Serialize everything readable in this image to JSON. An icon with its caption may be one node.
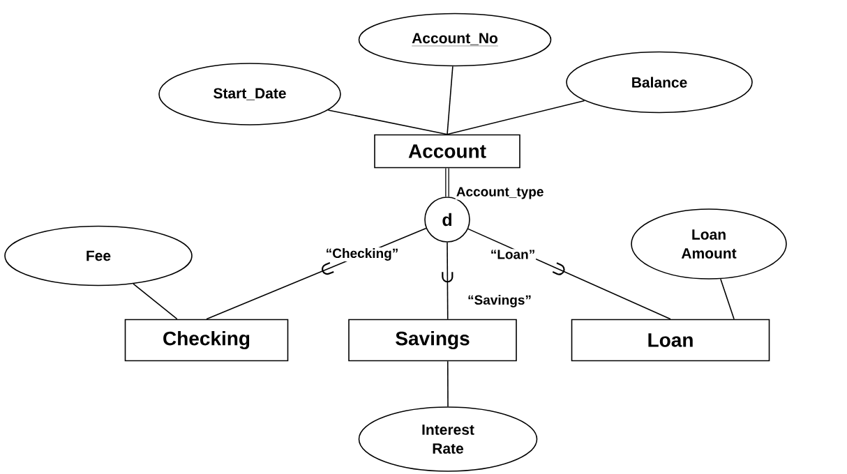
{
  "diagram": {
    "nodes": [
      {
        "text": [
          "Account_No"
        ]
      },
      {
        "text": [
          "Start_Date"
        ]
      },
      {
        "text": [
          "Balance"
        ]
      },
      {
        "text": [
          "Account"
        ]
      },
      {
        "text": [
          "d"
        ]
      },
      {
        "text": [
          "Fee"
        ]
      },
      {
        "text": [
          "Loan Amount"
        ]
      },
      {
        "text": [
          "Checking"
        ]
      },
      {
        "text": [
          "Savings"
        ]
      },
      {
        "text": [
          "Loan"
        ]
      },
      {
        "text": [
          "Interest Rate"
        ]
      }
    ],
    "edges": [
      {
        "from": 0,
        "to": 3,
        "arrow": "none"
      },
      {
        "from": 1,
        "to": 3,
        "arrow": "none"
      },
      {
        "from": 2,
        "to": 3,
        "arrow": "none"
      },
      {
        "from": 3,
        "to": 4,
        "arrow": "none",
        "style": "thick",
        "label": "Account_type"
      },
      {
        "from": 4,
        "to": 7,
        "arrow": "none",
        "label": "“Checking”"
      },
      {
        "from": 4,
        "to": 8,
        "arrow": "none",
        "label": "“Savings”"
      },
      {
        "from": 4,
        "to": 9,
        "arrow": "none",
        "label": "“Loan”"
      },
      {
        "from": 5,
        "to": 7,
        "arrow": "none"
      },
      {
        "from": 6,
        "to": 9,
        "arrow": "none"
      },
      {
        "from": 8,
        "to": 10,
        "arrow": "none"
      }
    ]
  }
}
